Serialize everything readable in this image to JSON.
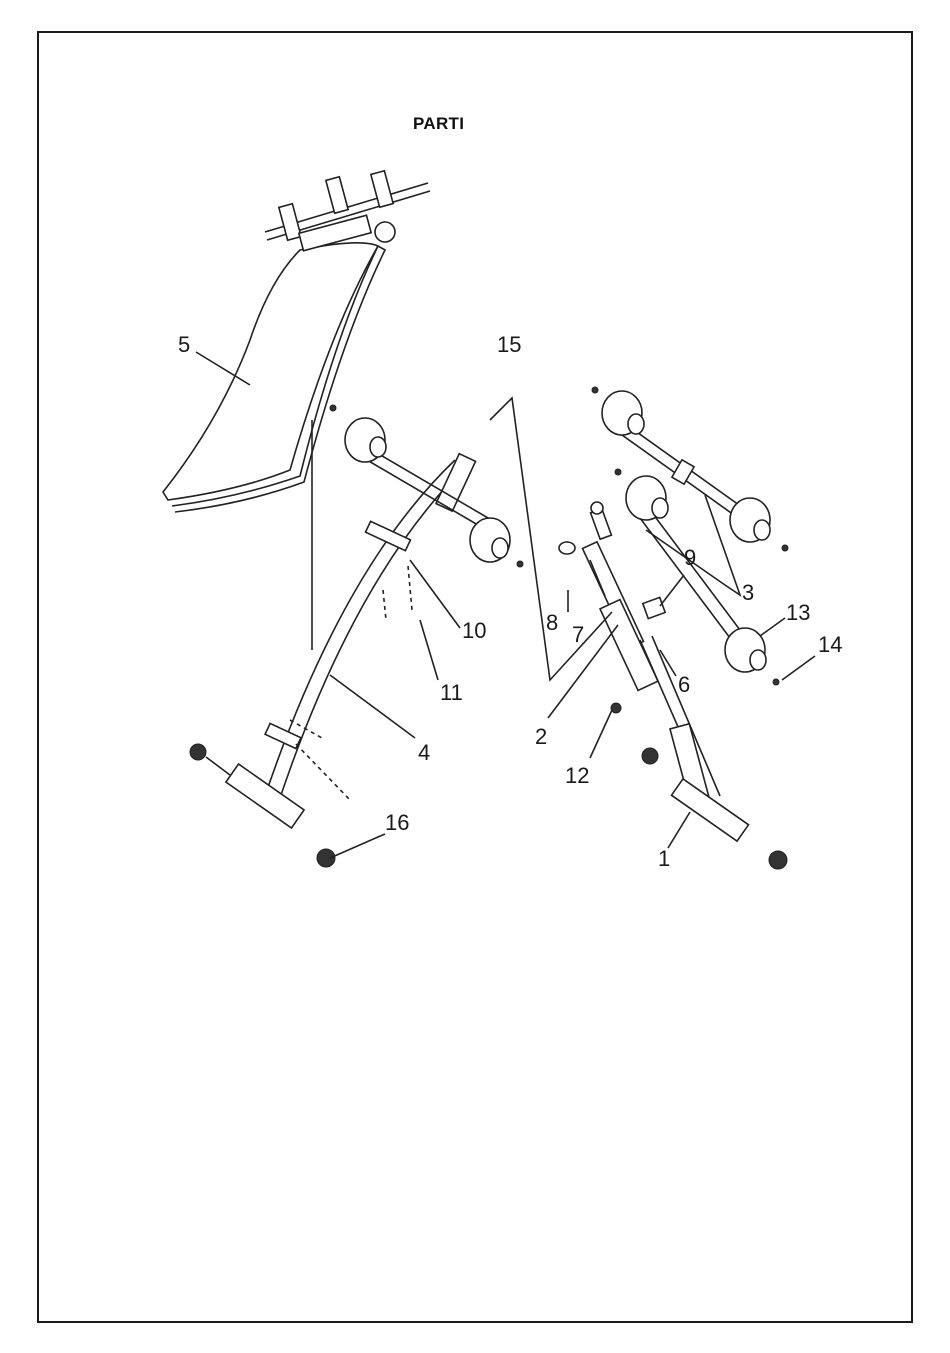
{
  "page": {
    "title": "PARTI"
  },
  "callouts": [
    {
      "id": "label-5",
      "text": "5"
    },
    {
      "id": "label-15",
      "text": "15"
    },
    {
      "id": "label-10",
      "text": "10"
    },
    {
      "id": "label-11",
      "text": "11"
    },
    {
      "id": "label-4",
      "text": "4"
    },
    {
      "id": "label-16",
      "text": "16"
    },
    {
      "id": "label-9",
      "text": "9"
    },
    {
      "id": "label-8",
      "text": "8"
    },
    {
      "id": "label-7",
      "text": "7"
    },
    {
      "id": "label-3",
      "text": "3"
    },
    {
      "id": "label-13",
      "text": "13"
    },
    {
      "id": "label-14",
      "text": "14"
    },
    {
      "id": "label-6",
      "text": "6"
    },
    {
      "id": "label-2",
      "text": "2"
    },
    {
      "id": "label-12",
      "text": "12"
    },
    {
      "id": "label-1",
      "text": "1"
    }
  ]
}
